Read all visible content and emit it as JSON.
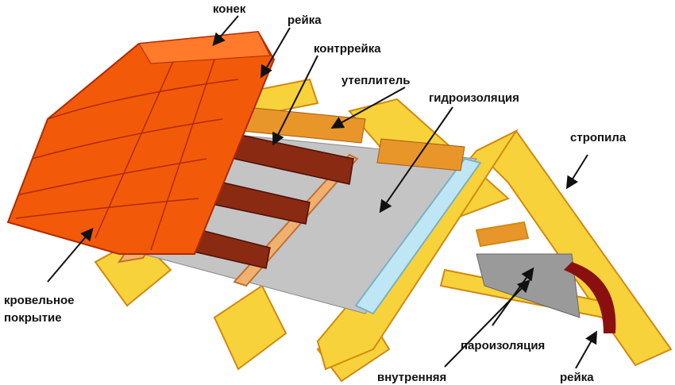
{
  "labels": {
    "ridge": "конек",
    "batten_top": "рейка",
    "counter_batten": "контррейка",
    "insulation": "утеплитель",
    "waterproofing": "гидроизоляция",
    "rafters": "стропила",
    "roofing_1": "кровельное",
    "roofing_2": "покрытие",
    "vapor_barrier": "пароизоляция",
    "inner_1": "внутренняя",
    "batten_bottom": "рейка"
  },
  "colors": {
    "tile": "#f25a0a",
    "tile_edge": "#b02a00",
    "wood": "#f8d23a",
    "wood_edge": "#d08a10",
    "batten": "#8a2a12",
    "membrane": "#c4c4c4",
    "roll": "#bfe6f4",
    "insulation": "#e8962a"
  }
}
